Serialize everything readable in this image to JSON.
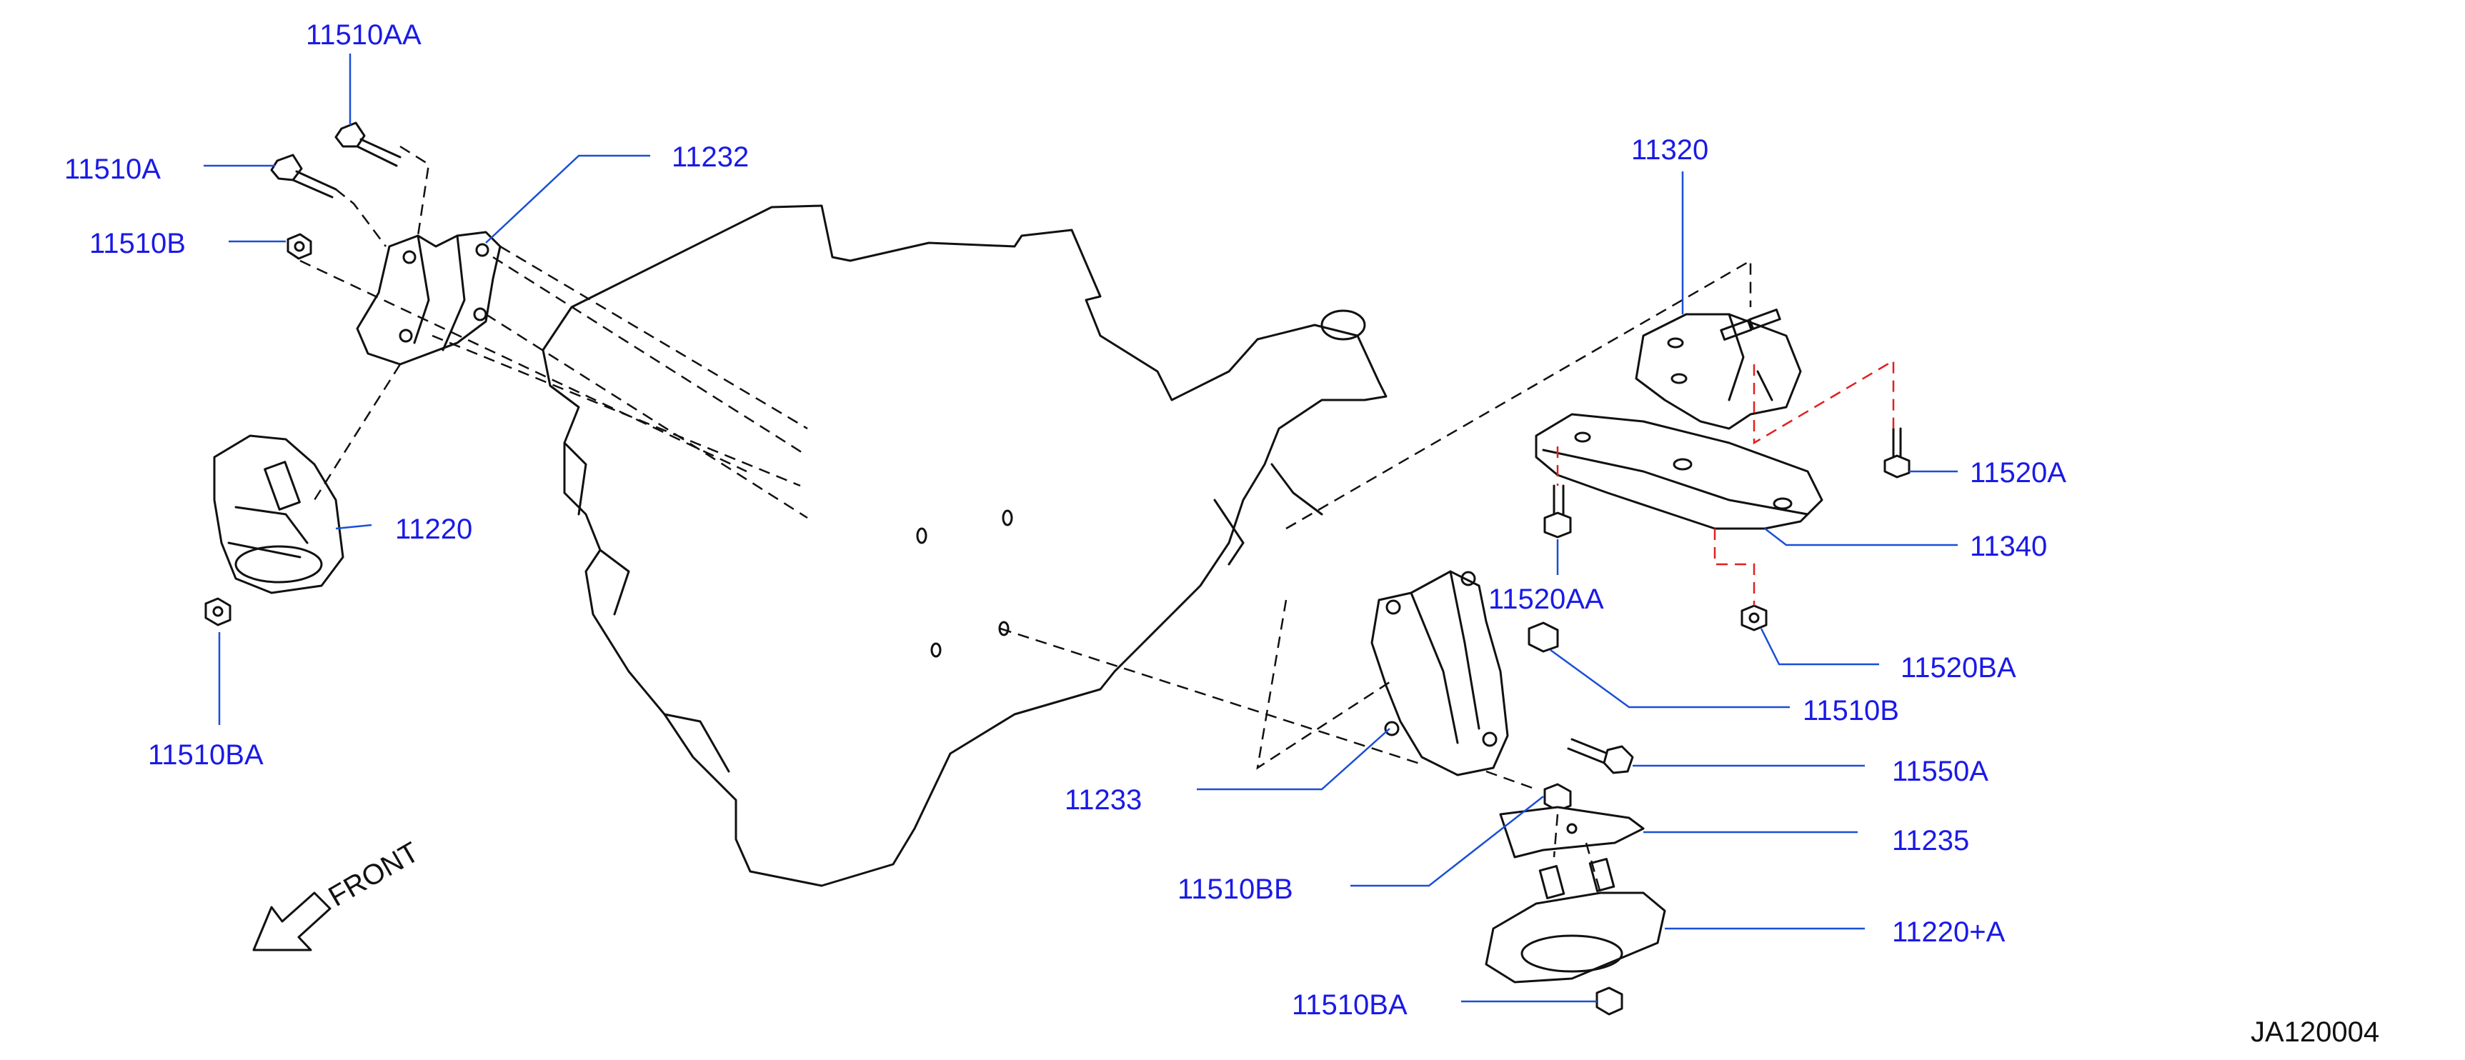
{
  "labels": {
    "l_11510AA_top": "11510AA",
    "l_11510A_left": "11510A",
    "l_11510B_left": "11510B",
    "l_11232": "11232",
    "l_11220": "11220",
    "l_11510BA_left": "11510BA",
    "l_11320": "11320",
    "l_11520A": "11520A",
    "l_11340": "11340",
    "l_11520AA": "11520AA",
    "l_11520BA": "11520BA",
    "l_11510B_right": "11510B",
    "l_11550A": "11550A",
    "l_11233": "11233",
    "l_11235": "11235",
    "l_11510BB": "11510BB",
    "l_11220A": "11220+A",
    "l_11510BA_right": "11510BA"
  },
  "front_label": "FRONT",
  "diagram_code": "JA120004",
  "colors": {
    "label": "#1a1ae6",
    "leader": "#1a4fd6",
    "line": "#111111",
    "red_dash": "#e02020"
  }
}
